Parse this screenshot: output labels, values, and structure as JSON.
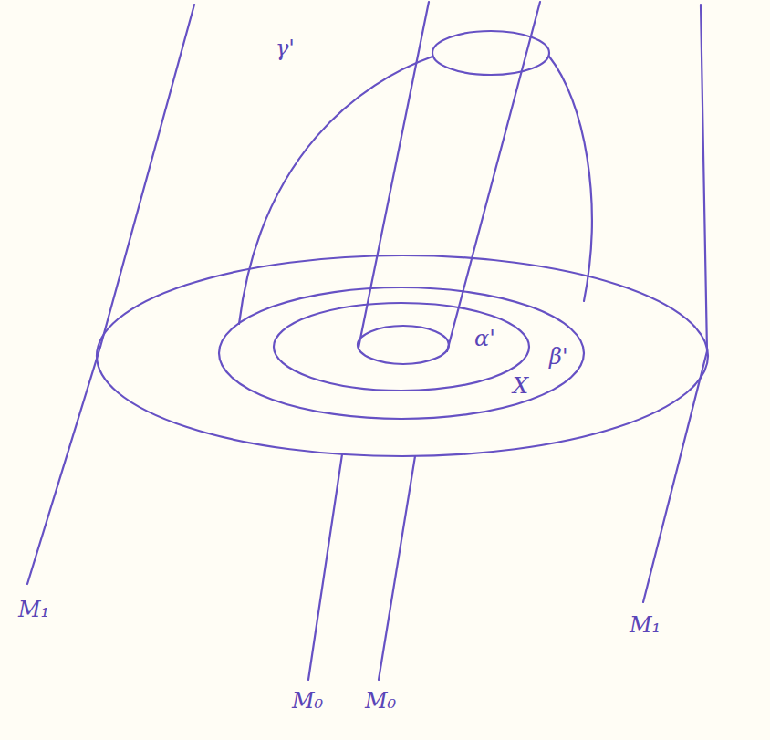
{
  "diagram": {
    "labels": [
      "γ'",
      "α'",
      "X",
      "β'",
      "M₁",
      "M₀",
      "M₀",
      "M₁"
    ]
  }
}
